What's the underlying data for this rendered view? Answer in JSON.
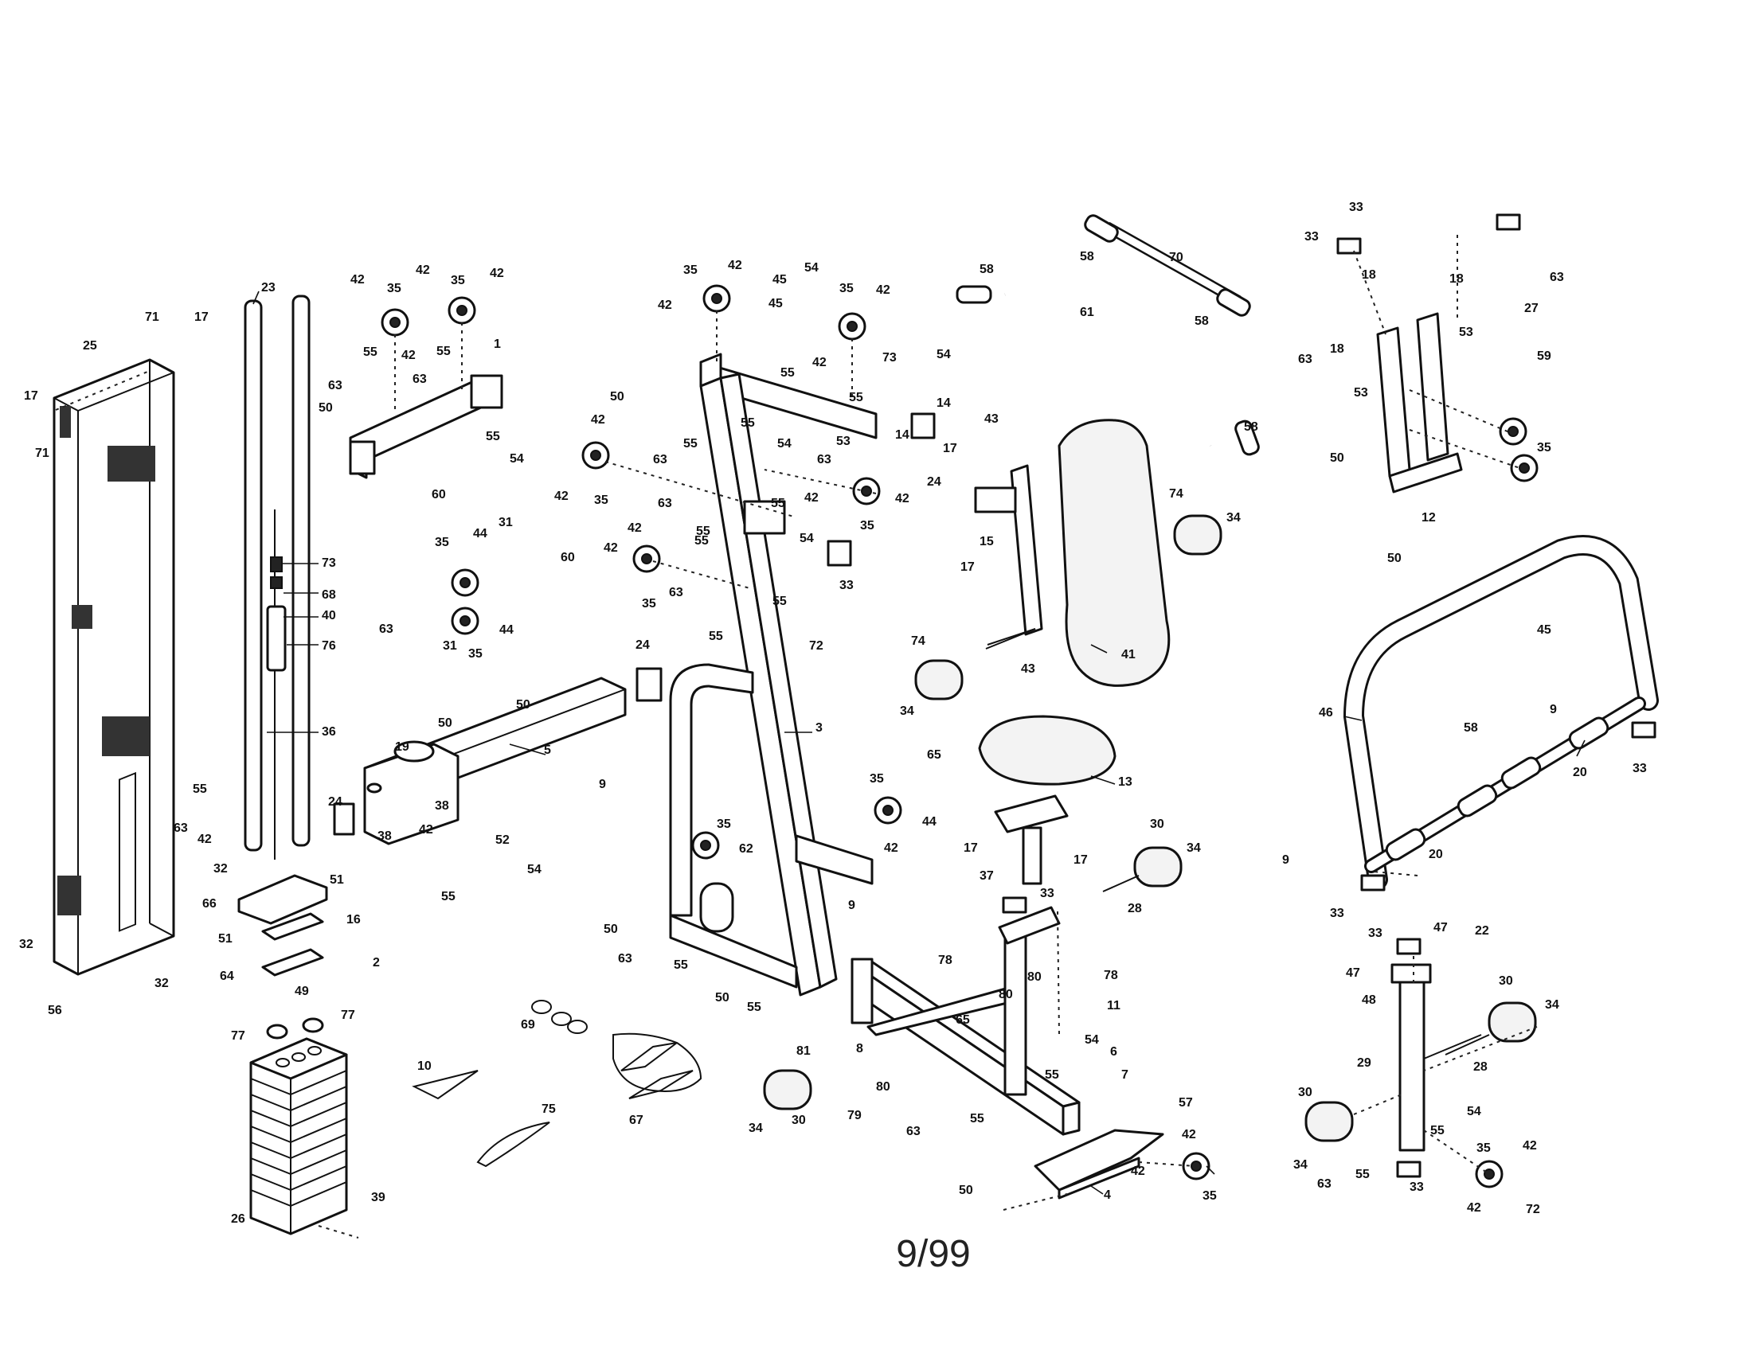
{
  "document": {
    "page_code": "9/99"
  },
  "callouts": {
    "c1": "1",
    "c2": "2",
    "c3": "3",
    "c4": "4",
    "c5": "5",
    "c6": "6",
    "c7": "7",
    "c8": "8",
    "c9": "9",
    "c10": "10",
    "c11": "11",
    "c12": "12",
    "c13": "13",
    "c14": "14",
    "c15": "15",
    "c16": "16",
    "c17": "17",
    "c18": "18",
    "c19": "19",
    "c20": "20",
    "c22": "22",
    "c23": "23",
    "c24": "24",
    "c25": "25",
    "c26": "26",
    "c27": "27",
    "c28": "28",
    "c29": "29",
    "c30": "30",
    "c31": "31",
    "c32": "32",
    "c33": "33",
    "c34": "34",
    "c35": "35",
    "c36": "36",
    "c37": "37",
    "c38": "38",
    "c39": "39",
    "c40": "40",
    "c41": "41",
    "c42": "42",
    "c43": "43",
    "c44": "44",
    "c45": "45",
    "c46": "46",
    "c47": "47",
    "c48": "48",
    "c49": "49",
    "c50": "50",
    "c51": "51",
    "c52": "52",
    "c53": "53",
    "c54": "54",
    "c55": "55",
    "c56": "56",
    "c57": "57",
    "c58": "58",
    "c59": "59",
    "c60": "60",
    "c61": "61",
    "c62": "62",
    "c63": "63",
    "c64": "64",
    "c65": "65",
    "c66": "66",
    "c67": "67",
    "c68": "68",
    "c69": "69",
    "c70": "70",
    "c71": "71",
    "c72": "72",
    "c73": "73",
    "c74": "74",
    "c75": "75",
    "c76": "76",
    "c77": "77",
    "c78": "78",
    "c79": "79",
    "c80": "80",
    "c81": "81"
  }
}
